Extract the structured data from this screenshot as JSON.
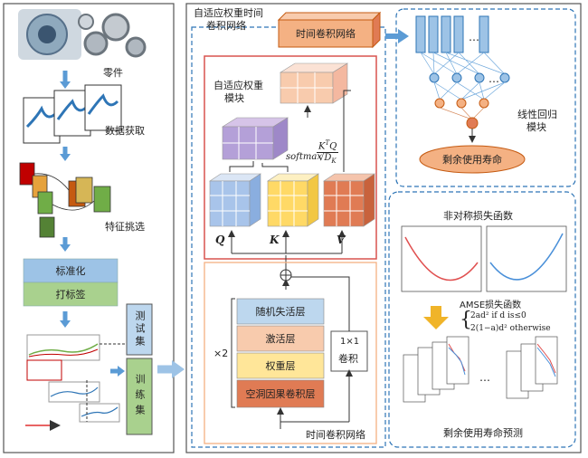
{
  "left_panel": {
    "parts_label": "零件",
    "data_acq_label": "数据获取",
    "feature_label": "特征挑选",
    "normalize_label": "标准化",
    "label_tag": "打标签",
    "test_set": "测试集",
    "train_set": "训练集"
  },
  "middle_panel": {
    "title_line1": "自适应权重时间",
    "title_line2": "卷积网络",
    "tcn_top_label": "时间卷积网络",
    "adaptive_line1": "自适应权重",
    "adaptive_line2": "模块",
    "softmax_label": "softmax",
    "q_label": "Q",
    "k_label": "K",
    "v_label": "V",
    "times2": "×2",
    "dropout_layer": "随机失活层",
    "activation_layer": "激活层",
    "weight_layer": "权重层",
    "dilated_conv_layer": "空洞因果卷积层",
    "conv1x1_line1": "1×1",
    "conv1x1_line2": "卷积",
    "tcn_bottom_label": "时间卷积网络"
  },
  "right_top": {
    "regression_line1": "线性回归",
    "regression_line2": "模块",
    "rul_label": "剩余使用寿命",
    "ellipsis": "…"
  },
  "right_bottom": {
    "asym_loss_title": "非对称损失函数",
    "amse_title": "AMSE损失函数",
    "eq_line1": "2ad² if d is≤0",
    "eq_line2": "2(1−a)d² otherwise",
    "rul_pred_label": "剩余使用寿命预测",
    "ellipsis": "…"
  },
  "colors": {
    "arrow_blue": "#5b9bd5",
    "normalize_fill": "#9dc3e6",
    "label_fill": "#a9d18e",
    "dropout_fill": "#bdd7ee",
    "activation_fill": "#f8cbad",
    "weight_fill": "#ffe699",
    "dilated_fill": "#e07b54",
    "rul_fill": "#f4b183",
    "dashed_blue": "#2e75b6",
    "red_frame": "#d9534f"
  }
}
